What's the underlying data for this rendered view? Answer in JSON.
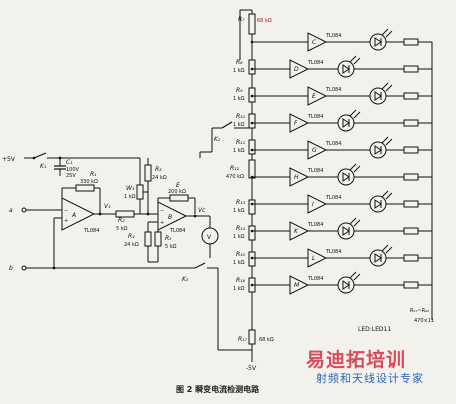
{
  "figure": {
    "caption": "图 2   瞬变电流检测电路",
    "watermark_title": "易迪拓培训",
    "watermark_subtitle": "射频和天线设计专家"
  },
  "supply": {
    "pos": "+5V",
    "neg": "-5V",
    "k1": "K₁",
    "k2": "K₂",
    "k3": "K₃"
  },
  "input_stage": {
    "a_label": "a",
    "b_label": "b",
    "c1": "C₁",
    "c1_val": "100V",
    "c1_volt": "25V",
    "r1": "R₁",
    "r1_val": "330 kΩ",
    "opamp_a": "A",
    "tl084_a": "TL084",
    "v1": "V₁",
    "r2": "R₂",
    "r2_val": "5 kΩ",
    "w1": "W₁",
    "w1_val": "1 kΩ",
    "r3": "R₃",
    "r3_val": "24 kΩ",
    "e": "E",
    "e_val": "200 kΩ",
    "opamp_b": "B",
    "tl084_b": "TL084",
    "r4": "R₄",
    "r4_val": "24 kΩ",
    "r5": "R₅",
    "r5_val": "5 kΩ",
    "vc": "V⁣c"
  },
  "ladder": {
    "top_res": "R₇",
    "top_val": "68 kΩ",
    "mid_res": "R₁₂",
    "mid_val": "470 kΩ",
    "bot_res": "R₁₇",
    "bot_val": "68 kΩ",
    "taps": [
      {
        "label": "R₈",
        "value": "1 kΩ"
      },
      {
        "label": "R₉",
        "value": "1 kΩ"
      },
      {
        "label": "R₁₀",
        "value": "1 kΩ"
      },
      {
        "label": "R₁₁",
        "value": "1 kΩ"
      },
      {
        "label": "R₁₃",
        "value": "1 kΩ"
      },
      {
        "label": "R₁₄",
        "value": "1 kΩ"
      },
      {
        "label": "R₁₅",
        "value": "1 kΩ"
      },
      {
        "label": "R₁₆",
        "value": "1 kΩ"
      }
    ]
  },
  "comparators": [
    {
      "letter": "C",
      "chip": "TL084"
    },
    {
      "letter": "D",
      "chip": "TL084"
    },
    {
      "letter": "E",
      "chip": "TL084"
    },
    {
      "letter": "F",
      "chip": "TL084"
    },
    {
      "letter": "G",
      "chip": "TL084"
    },
    {
      "letter": "H",
      "chip": "TL084"
    },
    {
      "letter": "I",
      "chip": "TL084"
    },
    {
      "letter": "K",
      "chip": "TL084"
    },
    {
      "letter": "L",
      "chip": "TL084"
    },
    {
      "letter": "M",
      "chip": "TL084"
    }
  ],
  "outputs": {
    "r_series": "R₁₇~R₂₀",
    "r_series_val": "470×11",
    "led_note": "LED:LED11"
  }
}
